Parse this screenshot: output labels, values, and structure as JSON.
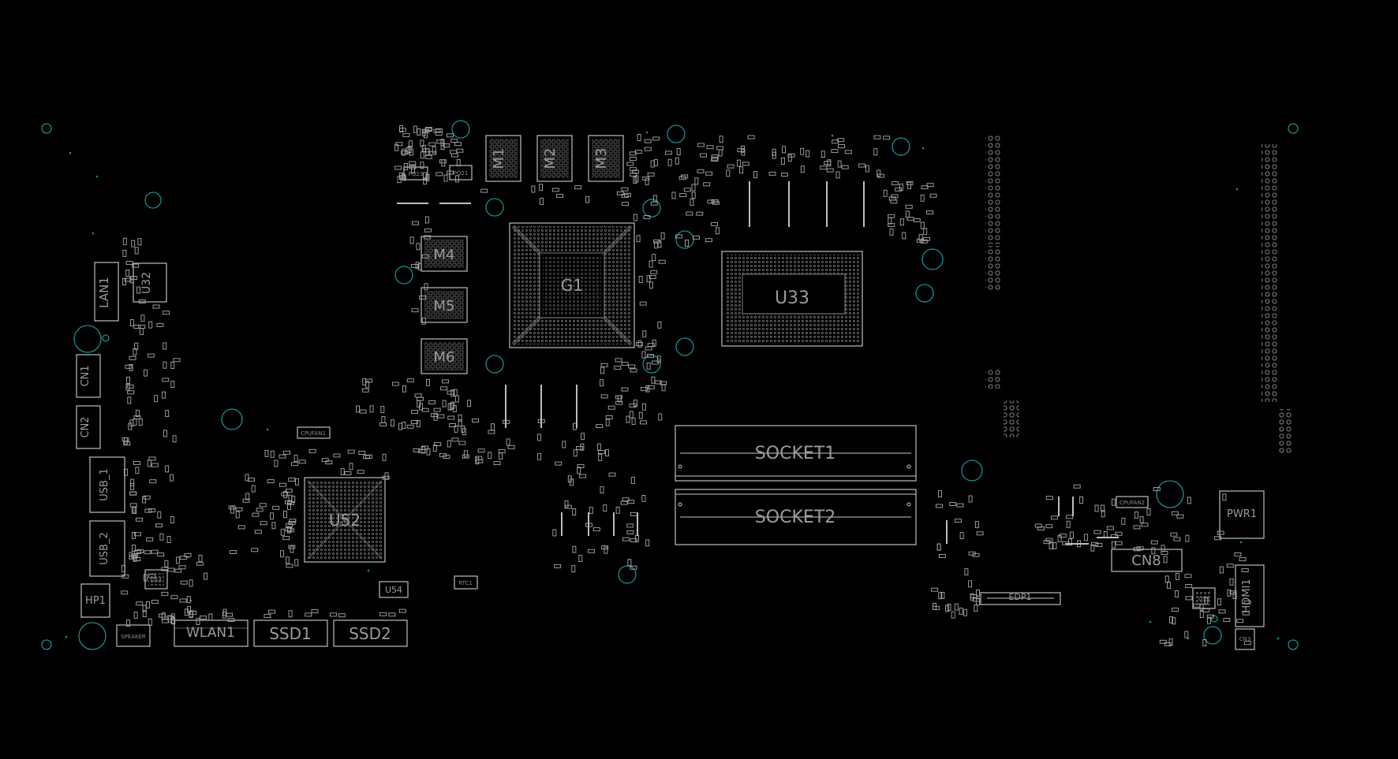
{
  "board": {
    "labels": {
      "m1": "M1",
      "m2": "M2",
      "m3": "M3",
      "m4": "M4",
      "m5": "M5",
      "m6": "M6",
      "g1": "G1",
      "u33": "U33",
      "u52": "U52",
      "u32": "U32",
      "lan1": "LAN1",
      "cn1": "CN1",
      "cn2": "CN2",
      "usb1": "USB_1",
      "usb2": "USB_2",
      "hp1": "HP1",
      "wlan1": "WLAN1",
      "ssd1": "SSD1",
      "ssd2": "SSD2",
      "socket1": "SOCKET1",
      "socket2": "SOCKET2",
      "pwr1": "PWR1",
      "cn8": "CN8",
      "edp1": "EDP1",
      "hdmi1": "HDMI1",
      "cn3": "CN3",
      "u54": "U54",
      "rtc1": "RTC1",
      "u53": "U53",
      "u55": "U55",
      "pq23": "PQ23",
      "pq21": "PQ21",
      "speaker": "SPEAKER",
      "cpufan1": "CPUFAN1",
      "cpufan2": "CPUFAN2"
    },
    "colors": {
      "background": "#000000",
      "outline": "#c8c8c8",
      "mounting_hole": "#1e8c8c",
      "label": "#9a9a9a"
    }
  }
}
